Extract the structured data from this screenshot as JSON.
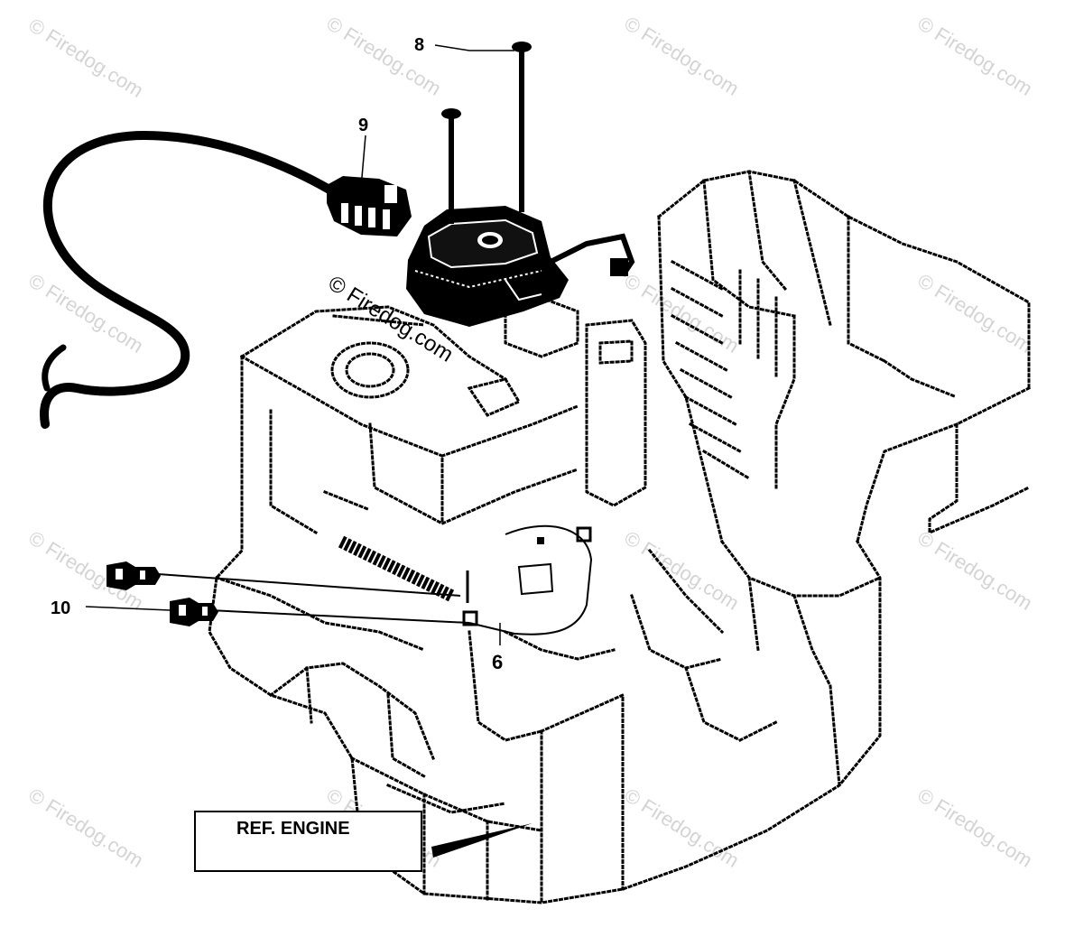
{
  "watermark": {
    "text": "© Firedog.com",
    "center_text": "© Firedog.com"
  },
  "callouts": {
    "item_8": "8",
    "item_9": "9",
    "item_10": "10",
    "item_6": "6"
  },
  "ref_box": {
    "label": "REF. ENGINE"
  },
  "colors": {
    "ink": "#000000",
    "watermark": "#d4d4d4",
    "background": "#ffffff"
  }
}
